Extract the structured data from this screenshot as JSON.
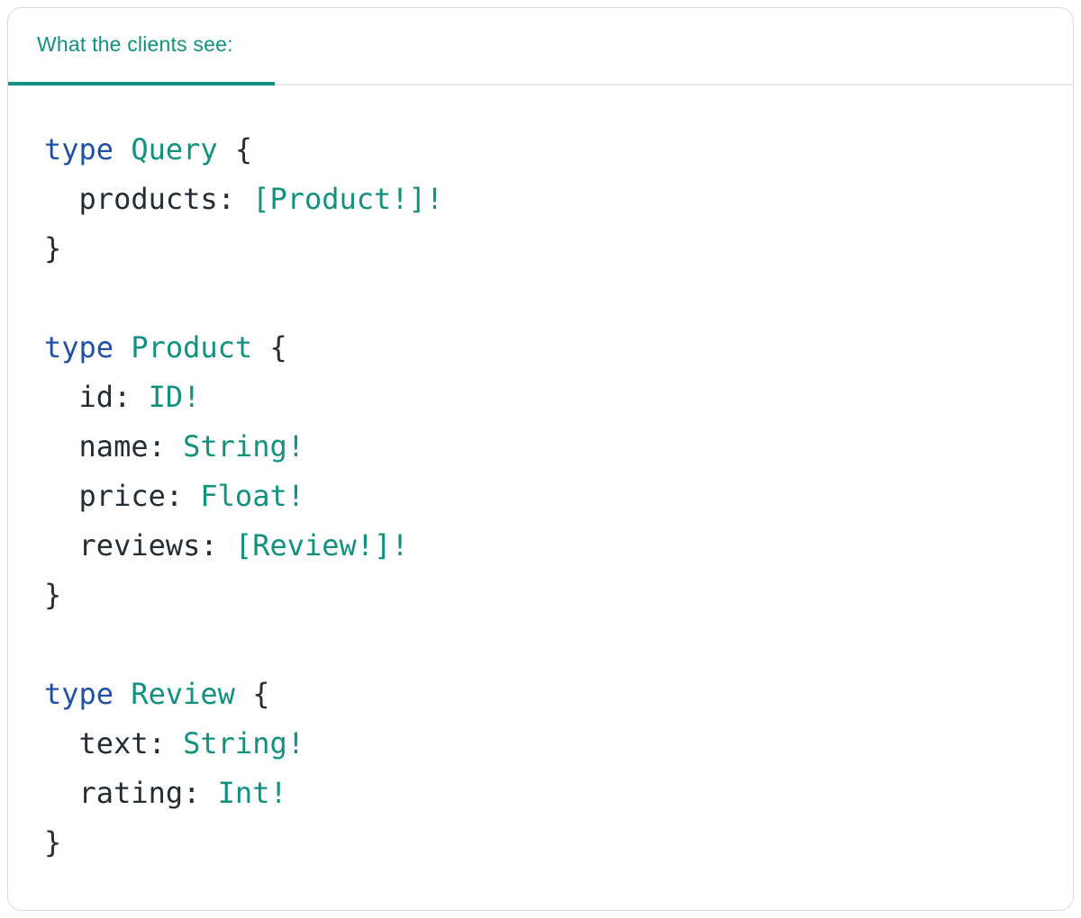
{
  "panel": {
    "tab_label": "What the clients see:"
  },
  "colors": {
    "accent": "#12917e",
    "keyword": "#1f51a6",
    "type": "#12917e",
    "text": "#262c33",
    "card_border": "#d8dce1",
    "divider": "#e8eaee"
  },
  "code": {
    "language": "graphql",
    "lines": [
      {
        "tokens": [
          {
            "text": "type",
            "style": "keyword"
          },
          {
            "text": " ",
            "style": "plain"
          },
          {
            "text": "Query",
            "style": "type"
          },
          {
            "text": " {",
            "style": "plain"
          }
        ]
      },
      {
        "tokens": [
          {
            "text": "  products: ",
            "style": "plain"
          },
          {
            "text": "[Product!]!",
            "style": "type"
          }
        ]
      },
      {
        "tokens": [
          {
            "text": "}",
            "style": "plain"
          }
        ]
      },
      {
        "tokens": []
      },
      {
        "tokens": [
          {
            "text": "type",
            "style": "keyword"
          },
          {
            "text": " ",
            "style": "plain"
          },
          {
            "text": "Product",
            "style": "type"
          },
          {
            "text": " {",
            "style": "plain"
          }
        ]
      },
      {
        "tokens": [
          {
            "text": "  id: ",
            "style": "plain"
          },
          {
            "text": "ID!",
            "style": "type"
          }
        ]
      },
      {
        "tokens": [
          {
            "text": "  name: ",
            "style": "plain"
          },
          {
            "text": "String!",
            "style": "type"
          }
        ]
      },
      {
        "tokens": [
          {
            "text": "  price: ",
            "style": "plain"
          },
          {
            "text": "Float!",
            "style": "type"
          }
        ]
      },
      {
        "tokens": [
          {
            "text": "  reviews: ",
            "style": "plain"
          },
          {
            "text": "[Review!]!",
            "style": "type"
          }
        ]
      },
      {
        "tokens": [
          {
            "text": "}",
            "style": "plain"
          }
        ]
      },
      {
        "tokens": []
      },
      {
        "tokens": [
          {
            "text": "type",
            "style": "keyword"
          },
          {
            "text": " ",
            "style": "plain"
          },
          {
            "text": "Review",
            "style": "type"
          },
          {
            "text": " {",
            "style": "plain"
          }
        ]
      },
      {
        "tokens": [
          {
            "text": "  text: ",
            "style": "plain"
          },
          {
            "text": "String!",
            "style": "type"
          }
        ]
      },
      {
        "tokens": [
          {
            "text": "  rating: ",
            "style": "plain"
          },
          {
            "text": "Int!",
            "style": "type"
          }
        ]
      },
      {
        "tokens": [
          {
            "text": "}",
            "style": "plain"
          }
        ]
      }
    ]
  }
}
